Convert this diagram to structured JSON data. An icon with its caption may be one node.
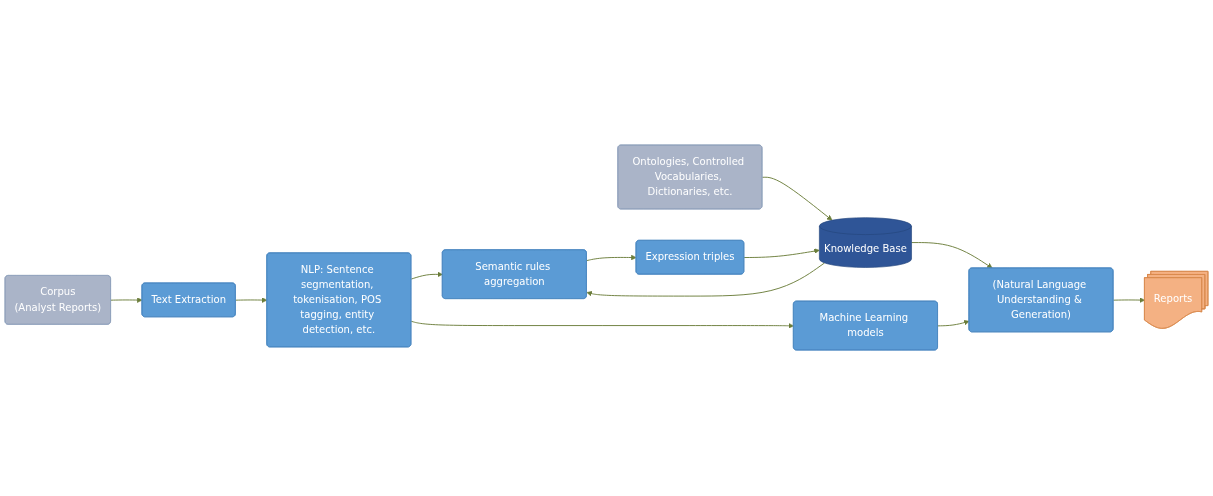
{
  "diagram": {
    "nodes": [
      {
        "text": [
          "Ontologies, Controlled Vocabularies, Dictionaries, etc."
        ]
      },
      {
        "text": [
          "(Natural Language Understanding & Generation)"
        ]
      },
      {
        "text": [
          "Reports"
        ]
      },
      {
        "text": [
          "Knowledge Base"
        ]
      },
      {
        "text": [
          "Expression triples"
        ]
      },
      {
        "text": [
          "Corpus",
          "(Analyst Reports)"
        ]
      },
      {
        "text": [
          "Text Extraction"
        ]
      },
      {
        "text": [
          "Semantic rules aggregation"
        ]
      },
      {
        "text": [
          "NLP: Sentence segmentation, tokenisation, POS tagging, entity detection, etc."
        ]
      },
      {
        "text": [
          "Machine Learning models"
        ]
      }
    ],
    "edges": [
      {
        "from": 0,
        "to": 3,
        "arrow": "to"
      },
      {
        "from": 3,
        "to": 1,
        "arrow": "to"
      },
      {
        "from": 1,
        "to": 2,
        "arrow": "to"
      },
      {
        "from": 4,
        "to": 3,
        "arrow": "to"
      },
      {
        "from": 7,
        "to": 4,
        "arrow": "to"
      },
      {
        "from": 3,
        "to": 7,
        "arrow": "to"
      },
      {
        "from": 5,
        "to": 6,
        "arrow": "to"
      },
      {
        "from": 6,
        "to": 8,
        "arrow": "to"
      },
      {
        "from": 8,
        "to": 7,
        "arrow": "to"
      },
      {
        "from": 8,
        "to": 9,
        "arrow": "to"
      },
      {
        "from": 9,
        "to": 1,
        "arrow": "to"
      }
    ]
  }
}
